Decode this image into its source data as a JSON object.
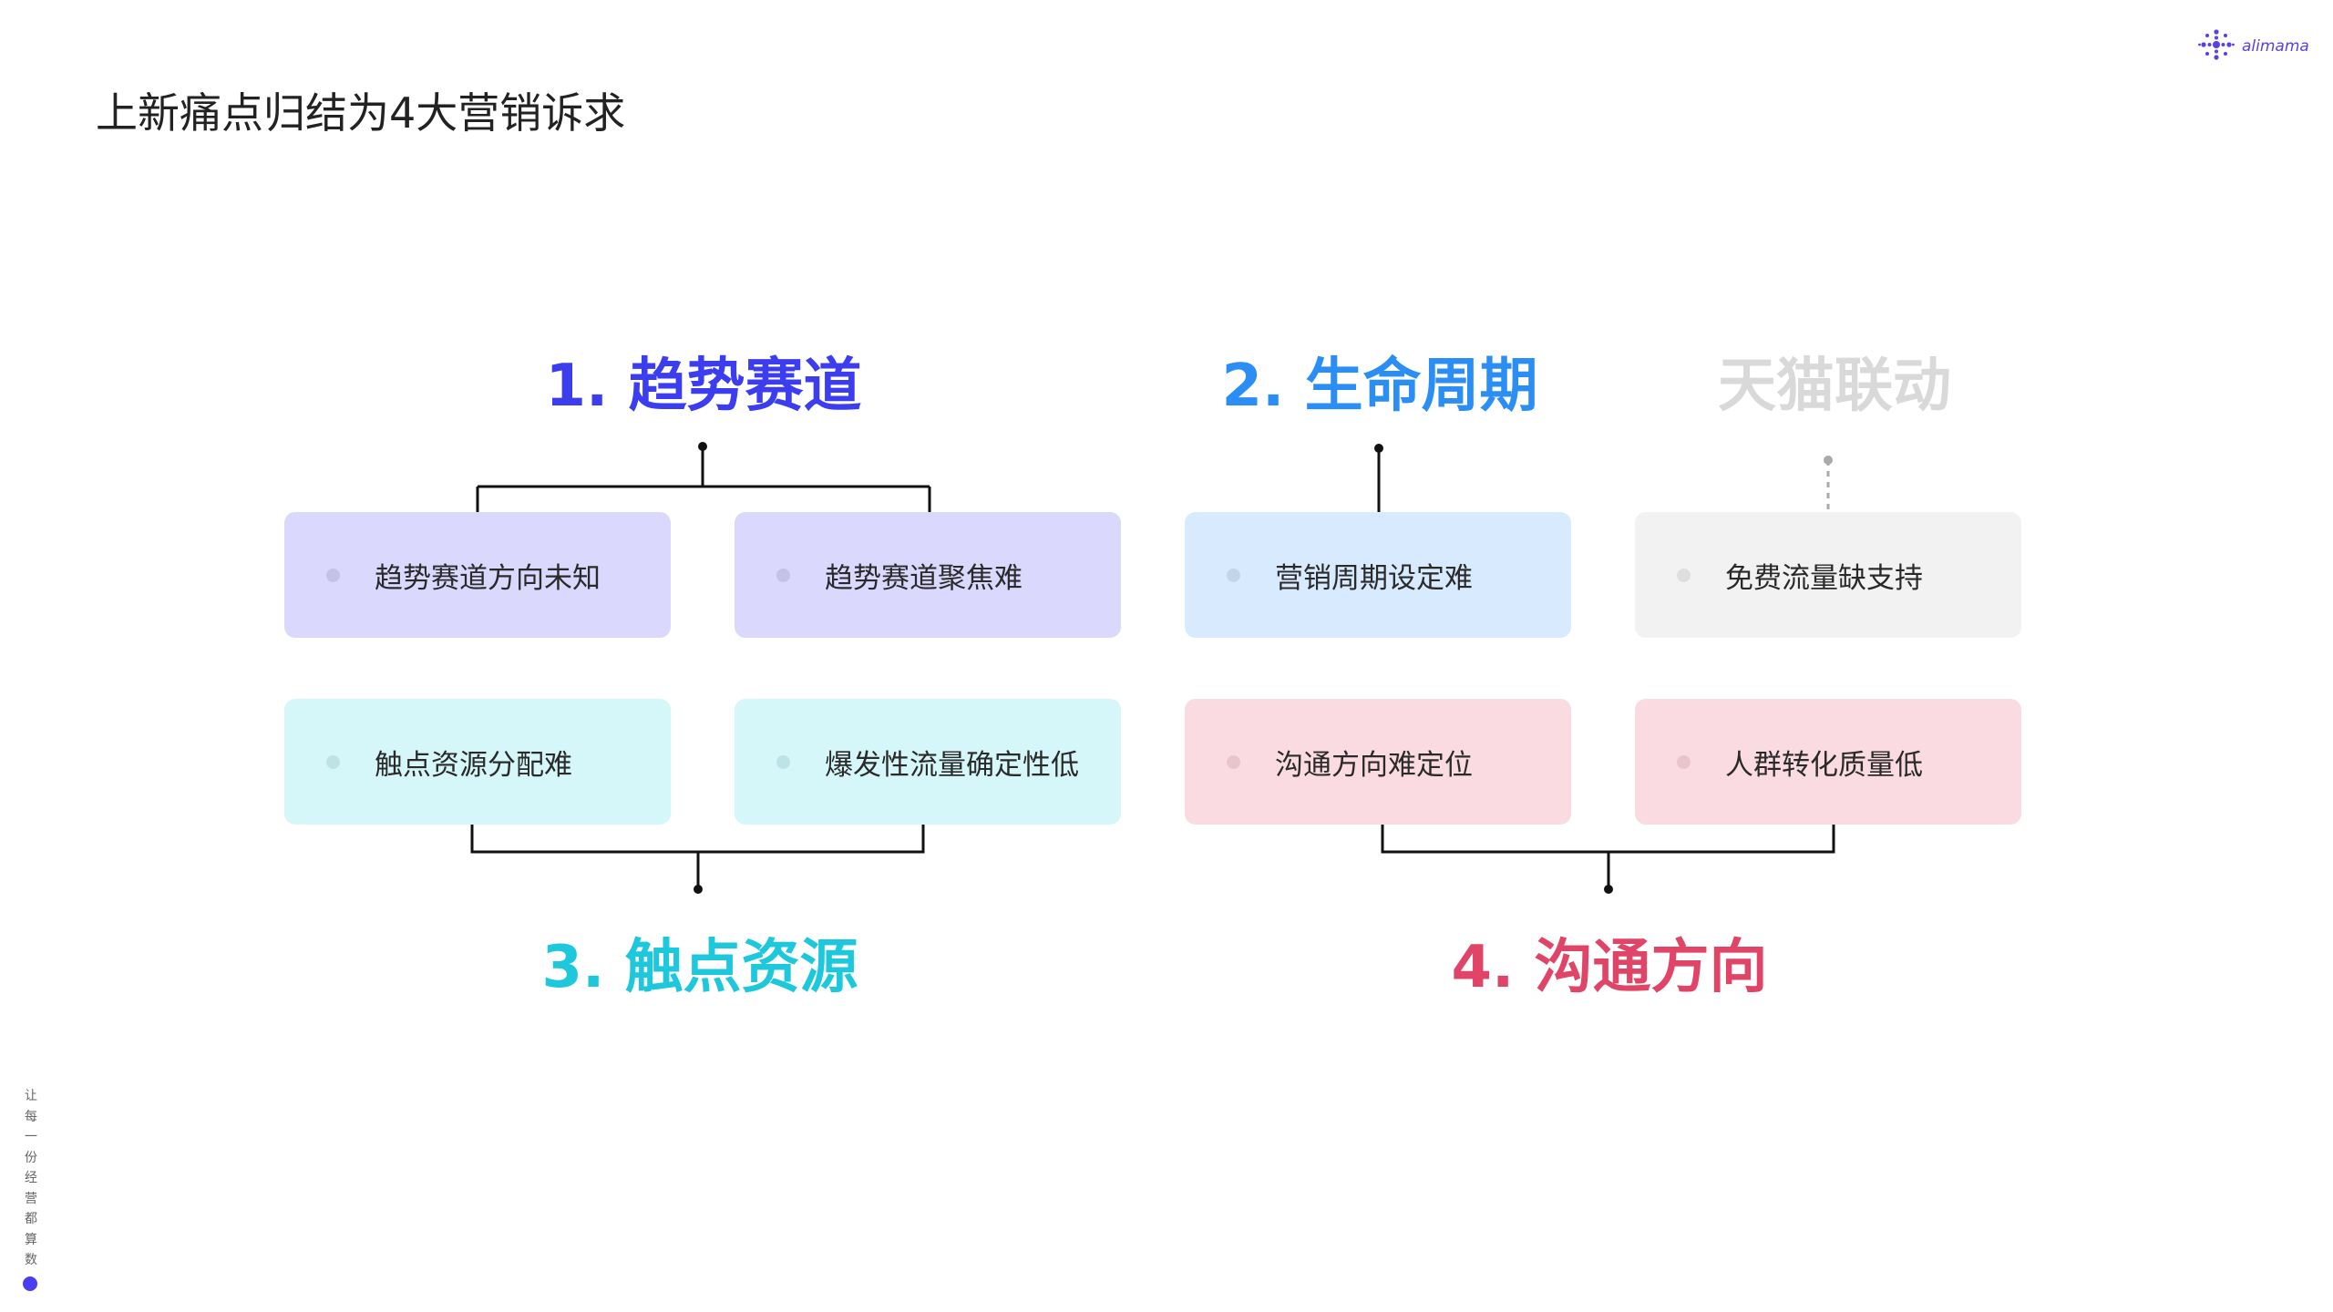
{
  "page_title": "上新痛点归结为4大营销诉求",
  "logo": {
    "text": "alimama",
    "icon": "alimama-spark-icon"
  },
  "categories": {
    "trend": {
      "title": "1. 趋势赛道",
      "color": "#3d3df0"
    },
    "life": {
      "title": "2. 生命周期",
      "color": "#2a8ef5"
    },
    "tmall": {
      "title": "天猫联动",
      "color": "#d9d9d9"
    },
    "touch": {
      "title": "3. 触点资源",
      "color": "#1ec8dc"
    },
    "comm": {
      "title": "4. 沟通方向",
      "color": "#e04467"
    }
  },
  "cards": [
    "趋势赛道方向未知",
    "趋势赛道聚焦难",
    "营销周期设定难",
    "免费流量缺支持",
    "触点资源分配难",
    "爆发性流量确定性低",
    "沟通方向难定位",
    "人群转化质量低"
  ],
  "slogan": [
    "让",
    "每",
    "一",
    "份",
    "经",
    "营",
    "都",
    "算",
    "数"
  ]
}
